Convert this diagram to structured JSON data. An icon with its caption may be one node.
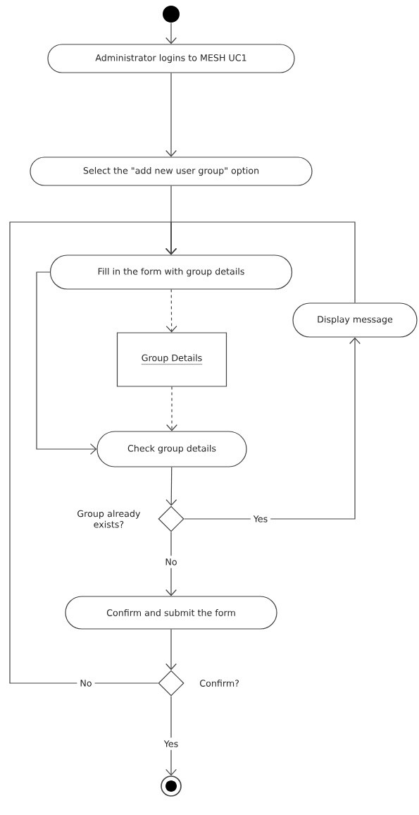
{
  "diagram": {
    "nodes": [
      {
        "text": [],
        "shape": "circle"
      },
      {
        "text": [
          "Administrator logins to MESH UC1"
        ]
      },
      {
        "text": [
          "Select the \"add new user group\" option"
        ]
      },
      {
        "text": [
          "Fill in the form with group details"
        ]
      },
      {
        "text": [
          "Display message"
        ]
      },
      {
        "text": [
          "Group Details"
        ]
      },
      {
        "text": [
          "Check group details"
        ]
      },
      {
        "text": [],
        "shape": "diamond",
        "beside": [
          "Group already exists?"
        ]
      },
      {
        "text": [
          "Confirm and submit the form"
        ]
      },
      {
        "text": [],
        "shape": "diamond",
        "beside": [
          "Confirm?"
        ]
      },
      {
        "text": [],
        "shape": "circle"
      }
    ],
    "edges": [
      {
        "from": 0,
        "to": 1,
        "arrow": "to"
      },
      {
        "from": 1,
        "to": 2,
        "arrow": "to"
      },
      {
        "from": 2,
        "to": 3,
        "arrow": "to"
      },
      {
        "from": 3,
        "to": 5,
        "arrow": "to",
        "style": "dashed"
      },
      {
        "from": 5,
        "to": 6,
        "arrow": "to",
        "style": "dashed"
      },
      {
        "from": 3,
        "to": 6,
        "arrow": "to"
      },
      {
        "from": 6,
        "to": 7,
        "arrow": "to"
      },
      {
        "from": 7,
        "to": 4,
        "arrow": "to",
        "label": "Yes"
      },
      {
        "from": 4,
        "to": 3,
        "arrow": "to"
      },
      {
        "from": 7,
        "to": 8,
        "arrow": "to",
        "label": "No"
      },
      {
        "from": 8,
        "to": 9,
        "arrow": "to"
      },
      {
        "from": 9,
        "to": 3,
        "arrow": "to",
        "label": "No"
      },
      {
        "from": 9,
        "to": 10,
        "arrow": "to",
        "label": "Yes"
      }
    ]
  }
}
